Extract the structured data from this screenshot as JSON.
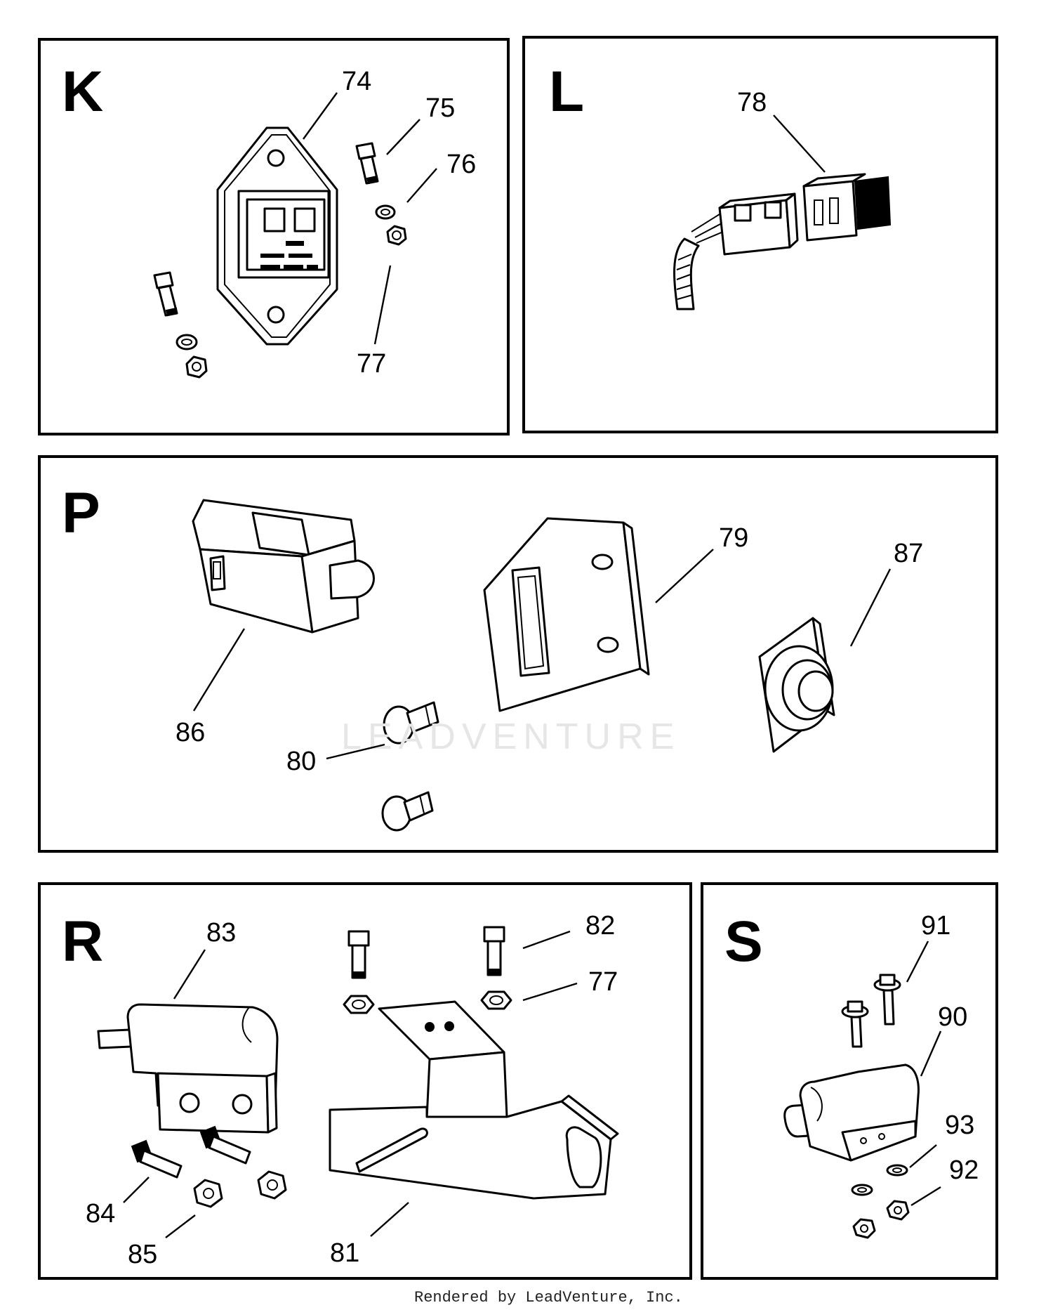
{
  "panels": [
    {
      "letter": "K",
      "callouts": [
        "74",
        "75",
        "76",
        "77"
      ]
    },
    {
      "letter": "L",
      "callouts": [
        "78"
      ]
    },
    {
      "letter": "P",
      "callouts": [
        "79",
        "87",
        "86",
        "80"
      ]
    },
    {
      "letter": "R",
      "callouts": [
        "83",
        "82",
        "77",
        "84",
        "85",
        "81"
      ]
    },
    {
      "letter": "S",
      "callouts": [
        "91",
        "90",
        "93",
        "92"
      ]
    }
  ],
  "watermark": "LEADVENTURE",
  "footer": "Rendered by LeadVenture, Inc."
}
